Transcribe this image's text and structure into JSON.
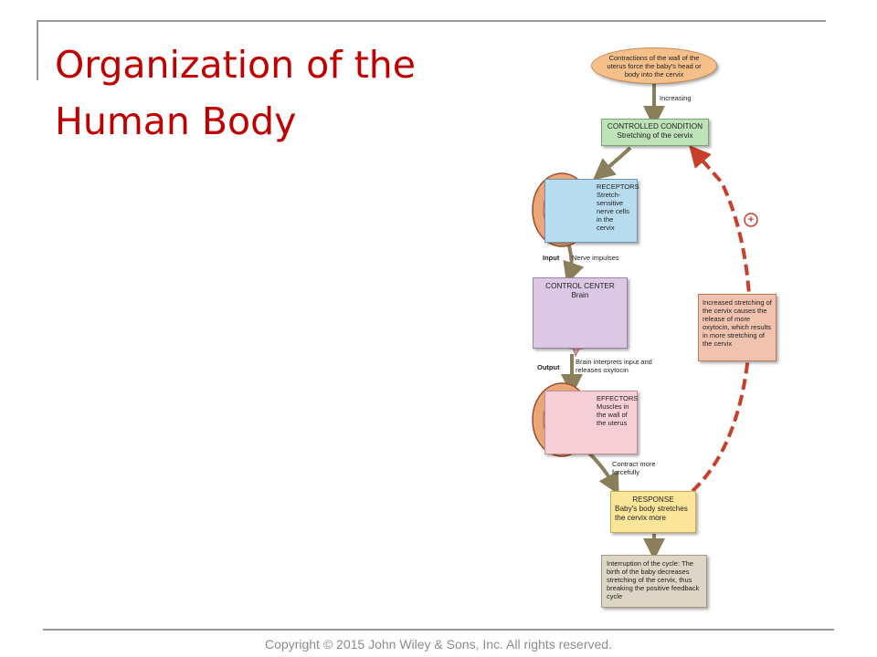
{
  "slide": {
    "title_line1": "Organization of the",
    "title_line2": "Human Body",
    "copyright": "Copyright © 2015 John Wiley & Sons, Inc. All rights reserved."
  },
  "diagram": {
    "stimulus": "Contractions of the wall of the uterus force the baby's head or body into the cervix",
    "increasing": "Increasing",
    "controlled_condition": {
      "heading": "CONTROLLED CONDITION",
      "text": "Stretching of the cervix"
    },
    "receptors": {
      "heading": "RECEPTORS",
      "text": "Stretch-sensitive nerve cells in the cervix"
    },
    "input_label": "Input",
    "input_text": "Nerve impulses",
    "control_center": {
      "heading": "CONTROL CENTER",
      "text": "Brain"
    },
    "output_label": "Output",
    "output_text": "Brain interprets input and releases oxytocin",
    "effectors": {
      "heading": "EFFECTORS",
      "text": "Muscles in the wall of the uterus"
    },
    "contract_text": "Contract more forcefully",
    "response": {
      "heading": "RESPONSE",
      "text": "Baby's body stretches the cervix more"
    },
    "interruption": "Interruption of the cycle: The birth of the baby decreases stretching of the cervix, thus breaking the positive feedback cycle",
    "feedback": "Increased stretching of the cervix causes the release of more oxytocin, which results in more stretching of the cervix",
    "plus_symbol": "+",
    "colors": {
      "title": "#c00000",
      "stimulus": "#f7c08a",
      "controlled": "#bfe3b8",
      "receptors": "#b8dcef",
      "control_center": "#dcc8e4",
      "effectors": "#f6cfd6",
      "response": "#fde59a",
      "interruption": "#ddd6c6",
      "feedback_box": "#f1c2ae",
      "feedback_arrow": "#c8402a",
      "flow_arrow": "#8a7f5a"
    }
  }
}
